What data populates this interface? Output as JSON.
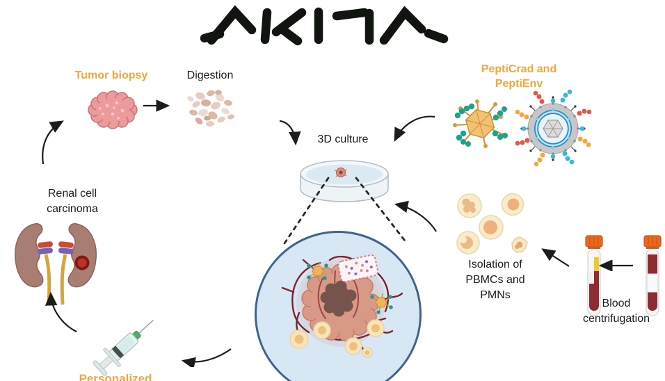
{
  "logo": {
    "text": "AKITA"
  },
  "colors": {
    "accent_orange": "#F0A83C",
    "text": "#1C1C1E",
    "arrow": "#1C1C1C",
    "magnifier_fill": "#D8E7F4",
    "magnifier_border": "#41638B",
    "blood_red": "#8E2B33",
    "tube_cap_orange": "#E8681C",
    "plasma_yellow": "#ECC83D",
    "virus_teal": "#1F9E87",
    "virus_orange": "#F2C172"
  },
  "nodes": {
    "tumor_biopsy": {
      "label": "Tumor biopsy"
    },
    "digestion": {
      "label": "Digestion"
    },
    "viruses": {
      "label": "PeptiCrad and\nPeptiEnv"
    },
    "culture_3d": {
      "label": "3D culture"
    },
    "renal_cell_carcinoma": {
      "label": "Renal cell\ncarcinoma"
    },
    "isolation": {
      "label": "Isolation of\nPBMCs and\nPMNs"
    },
    "blood_centrifugation": {
      "label": "Blood\ncentrifugation"
    },
    "personalized": {
      "label": "Personalized"
    }
  },
  "icons": {
    "logo": "akita-logo",
    "tumor": "tumor-blob-icon",
    "digestion": "tissue-fragments-icon",
    "pepticrad": "adenovirus-icon",
    "peptienv": "enveloped-virus-icon",
    "petri_dish": "petri-dish-icon",
    "magnified_organoid": "organoid-magnified-icon",
    "kidneys": "kidneys-icon",
    "immune_cells": "immune-cells-icon",
    "centrifuged_tube": "centrifuged-tube-icon",
    "blood_tube": "blood-tube-icon",
    "syringe": "syringe-icon"
  }
}
